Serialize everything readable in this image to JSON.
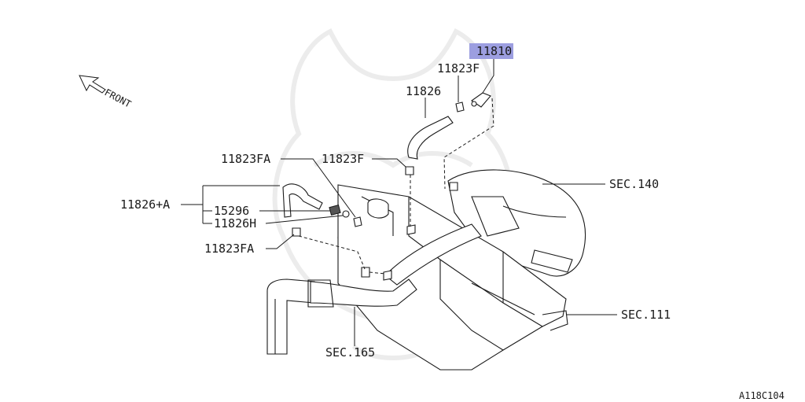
{
  "diagram": {
    "front_label": "FRONT",
    "highlight_color": "#9c9ee0",
    "callouts": [
      {
        "id": "p11810",
        "text": "11810",
        "highlighted": true
      },
      {
        "id": "p11823f-top",
        "text": "11823F"
      },
      {
        "id": "p11826",
        "text": "11826"
      },
      {
        "id": "p11823fa-top",
        "text": "11823FA"
      },
      {
        "id": "p11823f-mid",
        "text": "11823F"
      },
      {
        "id": "p11826a",
        "text": "11826+A"
      },
      {
        "id": "p15296",
        "text": "15296"
      },
      {
        "id": "p11826h",
        "text": "11826H"
      },
      {
        "id": "p11823fa-low",
        "text": "11823FA"
      },
      {
        "id": "sec140",
        "text": "SEC.140"
      },
      {
        "id": "sec111",
        "text": "SEC.111"
      },
      {
        "id": "sec165",
        "text": "SEC.165"
      }
    ],
    "drawing_code": "A118C104"
  }
}
